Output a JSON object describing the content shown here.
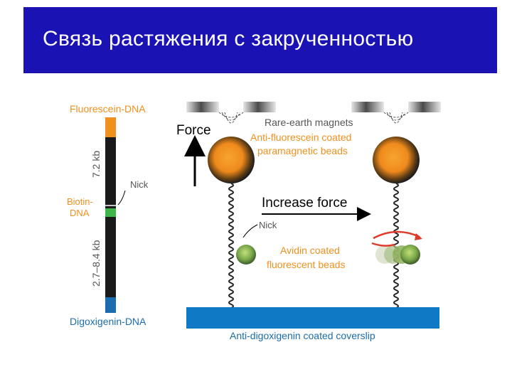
{
  "slide": {
    "title": "Связь растяжения с закрученностью"
  },
  "figure": {
    "left_panel": {
      "fluorescein_dna": "Fluorescein-DNA",
      "length_top": "7.2 kb",
      "nick": "Nick",
      "biotin_line1": "Biotin-",
      "biotin_line2": "DNA",
      "length_bottom": "2.7–8.4 kb",
      "digoxigenin_dna": "Digoxigenin-DNA"
    },
    "right_panel": {
      "force": "Force",
      "magnets": "Rare-earth magnets",
      "beads_line1": "Anti-fluorescein coated",
      "beads_line2": "paramagnetic beads",
      "increase_force": "Increase force",
      "nick": "Nick",
      "avidin_line1": "Avidin coated",
      "avidin_line2": "fluorescent beads",
      "coverslip": "Anti-digoxigenin coated coverslip"
    }
  },
  "colors": {
    "title_bar": "#1b12b4",
    "label_orange": "#f0901e",
    "label_blue": "#1b6db0",
    "label_gray": "#555555",
    "coverslip": "#0f79c6",
    "biotin_green": "#3fb54a",
    "arrow_red": "#e03a2a"
  }
}
